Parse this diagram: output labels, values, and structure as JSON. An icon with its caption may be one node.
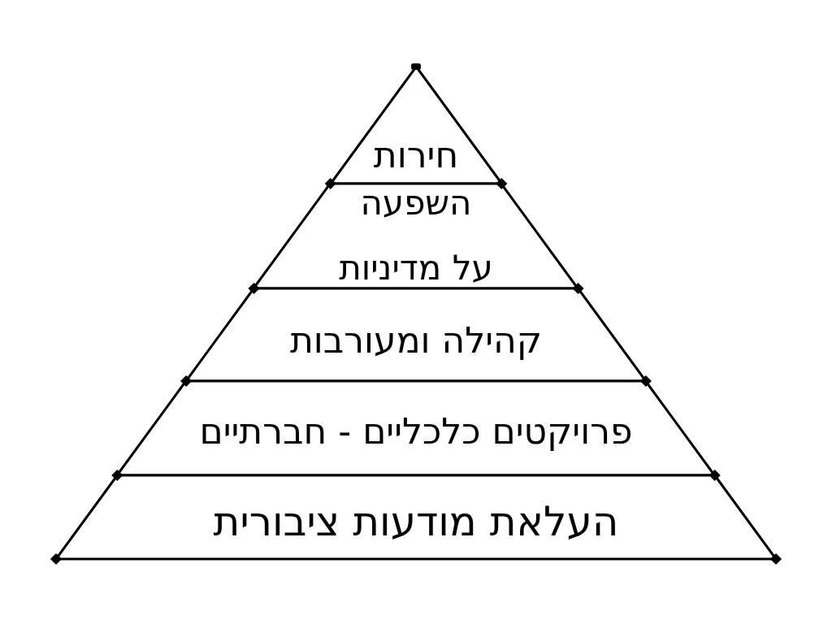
{
  "diagram": {
    "nodes": [
      {
        "text": [
          "חירות"
        ]
      },
      {
        "text": [
          "השפעה על מדיניות"
        ]
      },
      {
        "text": [
          "קהילה ומעורבות"
        ]
      },
      {
        "text": [
          "פרויקטים כלכליים - חברתיים"
        ]
      },
      {
        "text": [
          "העלאת מודעות ציבורית"
        ]
      }
    ]
  }
}
